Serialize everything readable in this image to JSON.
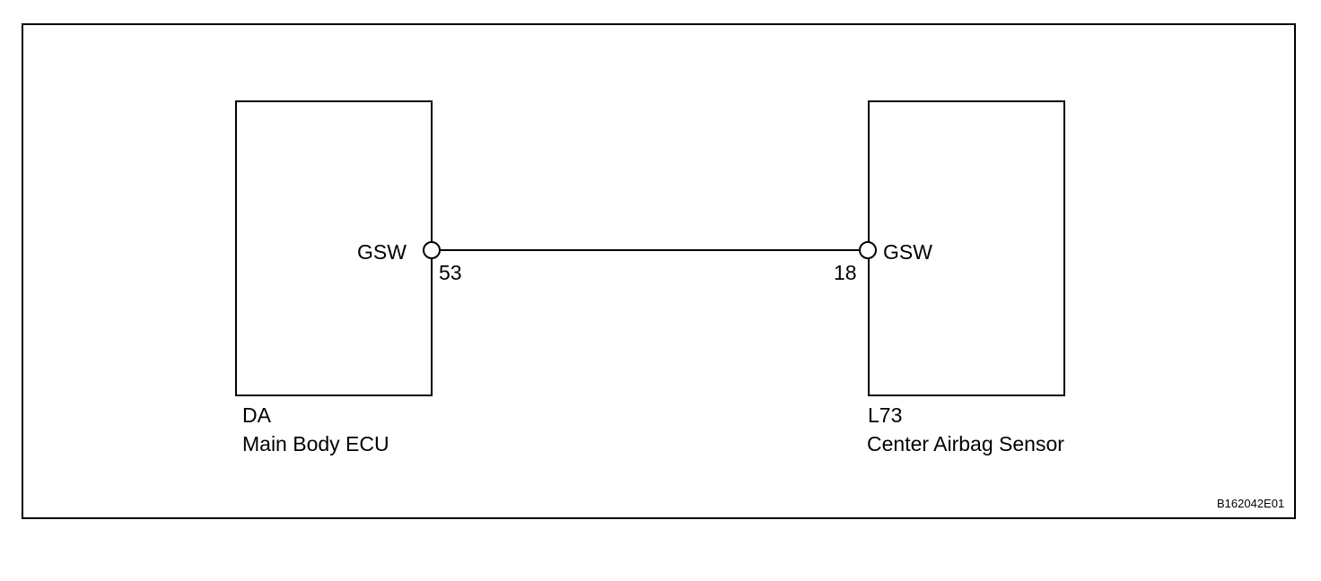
{
  "left_module": {
    "connector": "DA",
    "name": "Main Body ECU",
    "terminal_name": "GSW",
    "terminal_pin": "53"
  },
  "right_module": {
    "connector": "L73",
    "name": "Center Airbag Sensor",
    "terminal_name": "GSW",
    "terminal_pin": "18"
  },
  "figure_code": "B162042E01"
}
